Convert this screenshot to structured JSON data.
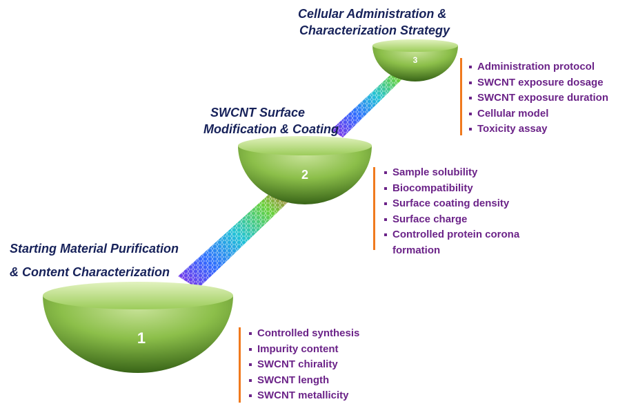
{
  "stages": [
    {
      "number": "1",
      "title_lines": [
        "Starting Material Purification",
        "& Content Characterization"
      ],
      "items": [
        "Controlled synthesis",
        "Impurity content",
        "SWCNT chirality",
        "SWCNT length",
        "SWCNT metallicity"
      ]
    },
    {
      "number": "2",
      "title_lines": [
        "SWCNT Surface",
        "Modification & Coating"
      ],
      "items": [
        "Sample solubility",
        "Biocompatibility",
        "Surface coating density",
        "Surface charge",
        "Controlled protein corona",
        "formation"
      ]
    },
    {
      "number": "3",
      "title_lines": [
        "Cellular Administration &",
        "Characterization Strategy"
      ],
      "items": [
        "Administration protocol",
        "SWCNT exposure dosage",
        "SWCNT exposure duration",
        "Cellular model",
        "Toxicity assay"
      ]
    }
  ],
  "colors": {
    "bowl_light": "#c9e39a",
    "bowl_mid": "#8cbf4a",
    "bowl_dark": "#2f5a12",
    "title": "#17225a",
    "bullet_text": "#6b2388",
    "divider": "#f07a1e"
  }
}
